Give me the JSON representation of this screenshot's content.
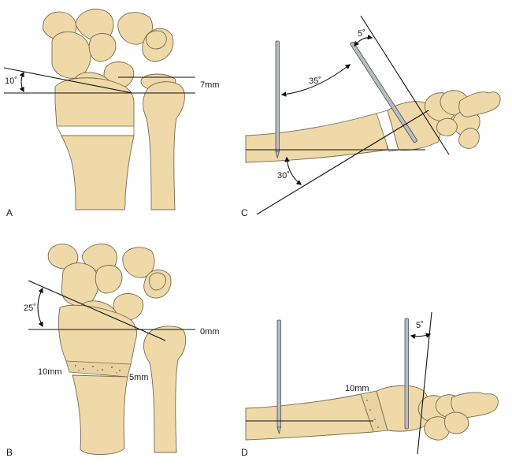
{
  "panels": {
    "a": {
      "label": "A",
      "angle": "10˚",
      "distance": "7mm"
    },
    "b": {
      "label": "B",
      "angle": "25˚",
      "distance": "0mm",
      "gap_radius": "10mm",
      "gap_ulna": "5mm"
    },
    "c": {
      "label": "C",
      "angle_top": "5˚",
      "angle_mid": "35˚",
      "angle_bottom": "30˚"
    },
    "d": {
      "label": "D",
      "angle": "5˚",
      "gap": "10mm"
    }
  },
  "colors": {
    "bone": "#efd9a9",
    "outline": "#7a6a4d",
    "pin": "#b8bcbf",
    "line": "#111111"
  }
}
